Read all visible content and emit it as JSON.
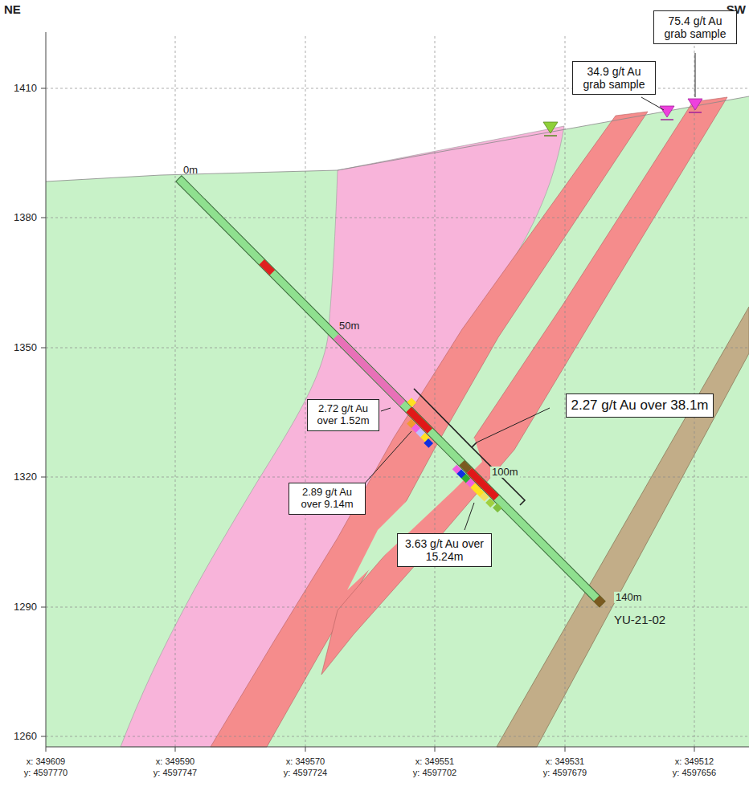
{
  "diagram": {
    "nodes": [
      {
        "text": [
          "75.4 g/t Au grab sample"
        ]
      },
      {
        "text": [
          "34.9 g/t Au grab sample"
        ]
      },
      {
        "text": [
          "2.27 g/t Au over 38.1m"
        ]
      },
      {
        "text": [
          "2.72 g/t Au over 1.52m"
        ]
      },
      {
        "text": [
          "2.89 g/t Au over 9.14m"
        ]
      },
      {
        "text": [
          "3.63 g/t Au over 15.24m"
        ]
      }
    ],
    "labels": [
      "NE",
      "SW",
      "1410",
      "1380",
      "1350",
      "1320",
      "1290",
      "1260",
      "0m",
      "50m",
      "100m",
      "140m",
      "YU-21-02",
      "x: 349609",
      "y: 4597770",
      "x: 349590",
      "y: 4597747",
      "x: 349570",
      "y: 4597724",
      "x: 349551",
      "y: 4597702",
      "x: 349531",
      "y: 4597679",
      "x: 349512",
      "y: 4597656"
    ]
  }
}
